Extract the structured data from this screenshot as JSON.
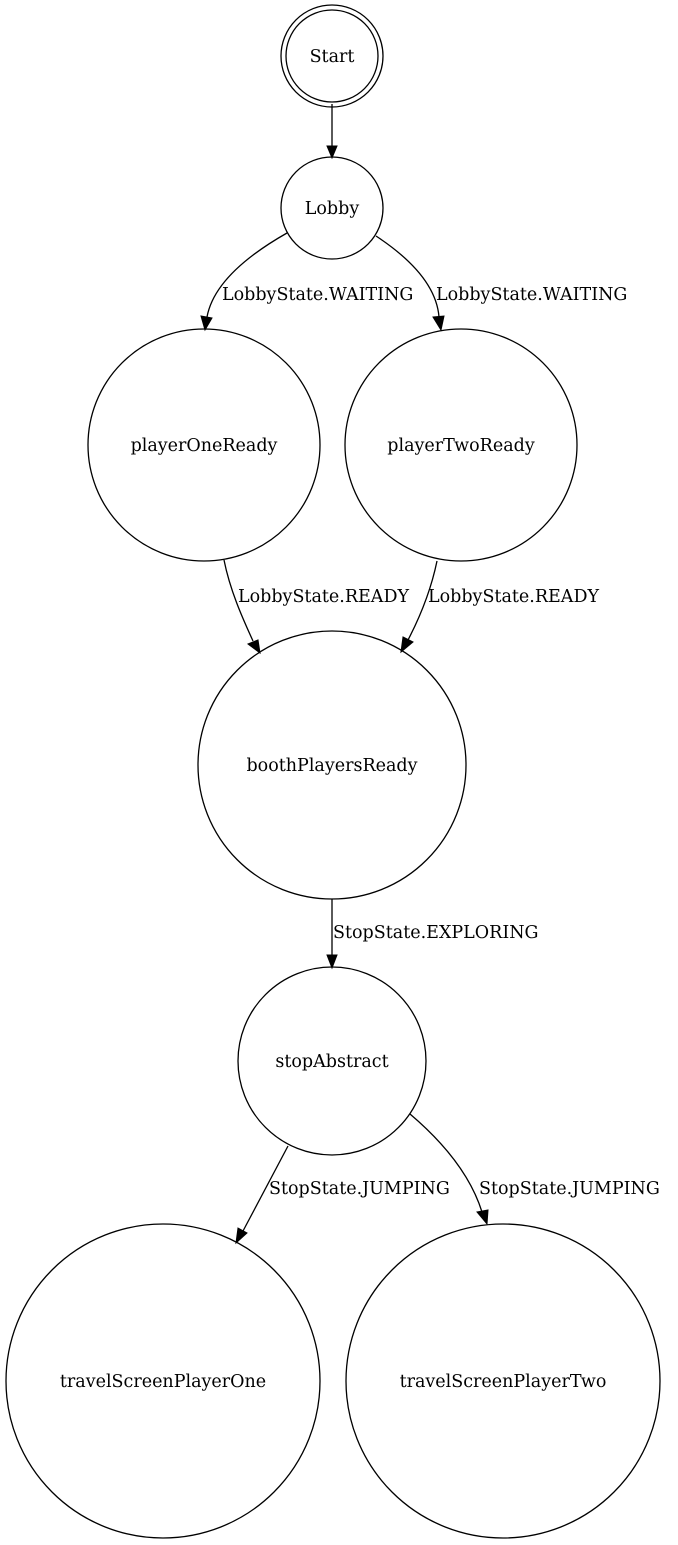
{
  "diagram": {
    "type": "state-machine",
    "nodes": {
      "start": "Start",
      "lobby": "Lobby",
      "player_one_ready": "playerOneReady",
      "player_two_ready": "playerTwoReady",
      "booth_players_ready": "boothPlayersReady",
      "stop_abstract": "stopAbstract",
      "travel_screen_player_one": "travelScreenPlayerOne",
      "travel_screen_player_two": "travelScreenPlayerTwo"
    },
    "edges": {
      "lobby_to_player_one": "LobbyState.WAITING",
      "lobby_to_player_two": "LobbyState.WAITING",
      "player_one_to_booth": "LobbyState.READY",
      "player_two_to_booth": "LobbyState.READY",
      "booth_to_stop": "StopState.EXPLORING",
      "stop_to_travel_one": "StopState.JUMPING",
      "stop_to_travel_two": "StopState.JUMPING"
    },
    "colors": {
      "stroke": "#000000",
      "background": "#ffffff"
    }
  }
}
